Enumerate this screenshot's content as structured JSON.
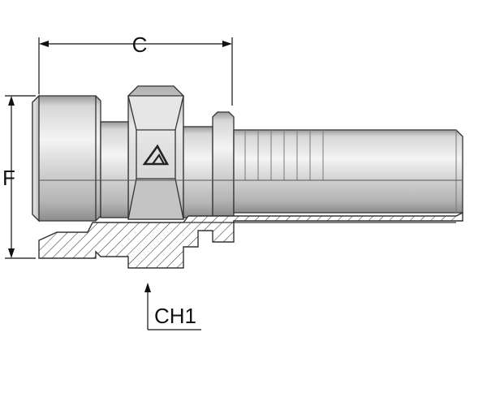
{
  "diagram": {
    "labels": {
      "dimension_c": "C",
      "dimension_f": "F",
      "dimension_ch1": "CH1"
    },
    "colors": {
      "metal_light": "#eeeeee",
      "metal_mid": "#c9c9c9",
      "metal_dark": "#9e9e9e",
      "outline": "#333333",
      "hatch": "#333333",
      "dimension": "#111111"
    },
    "icons": {
      "logo": "triangle-logo-icon"
    }
  }
}
